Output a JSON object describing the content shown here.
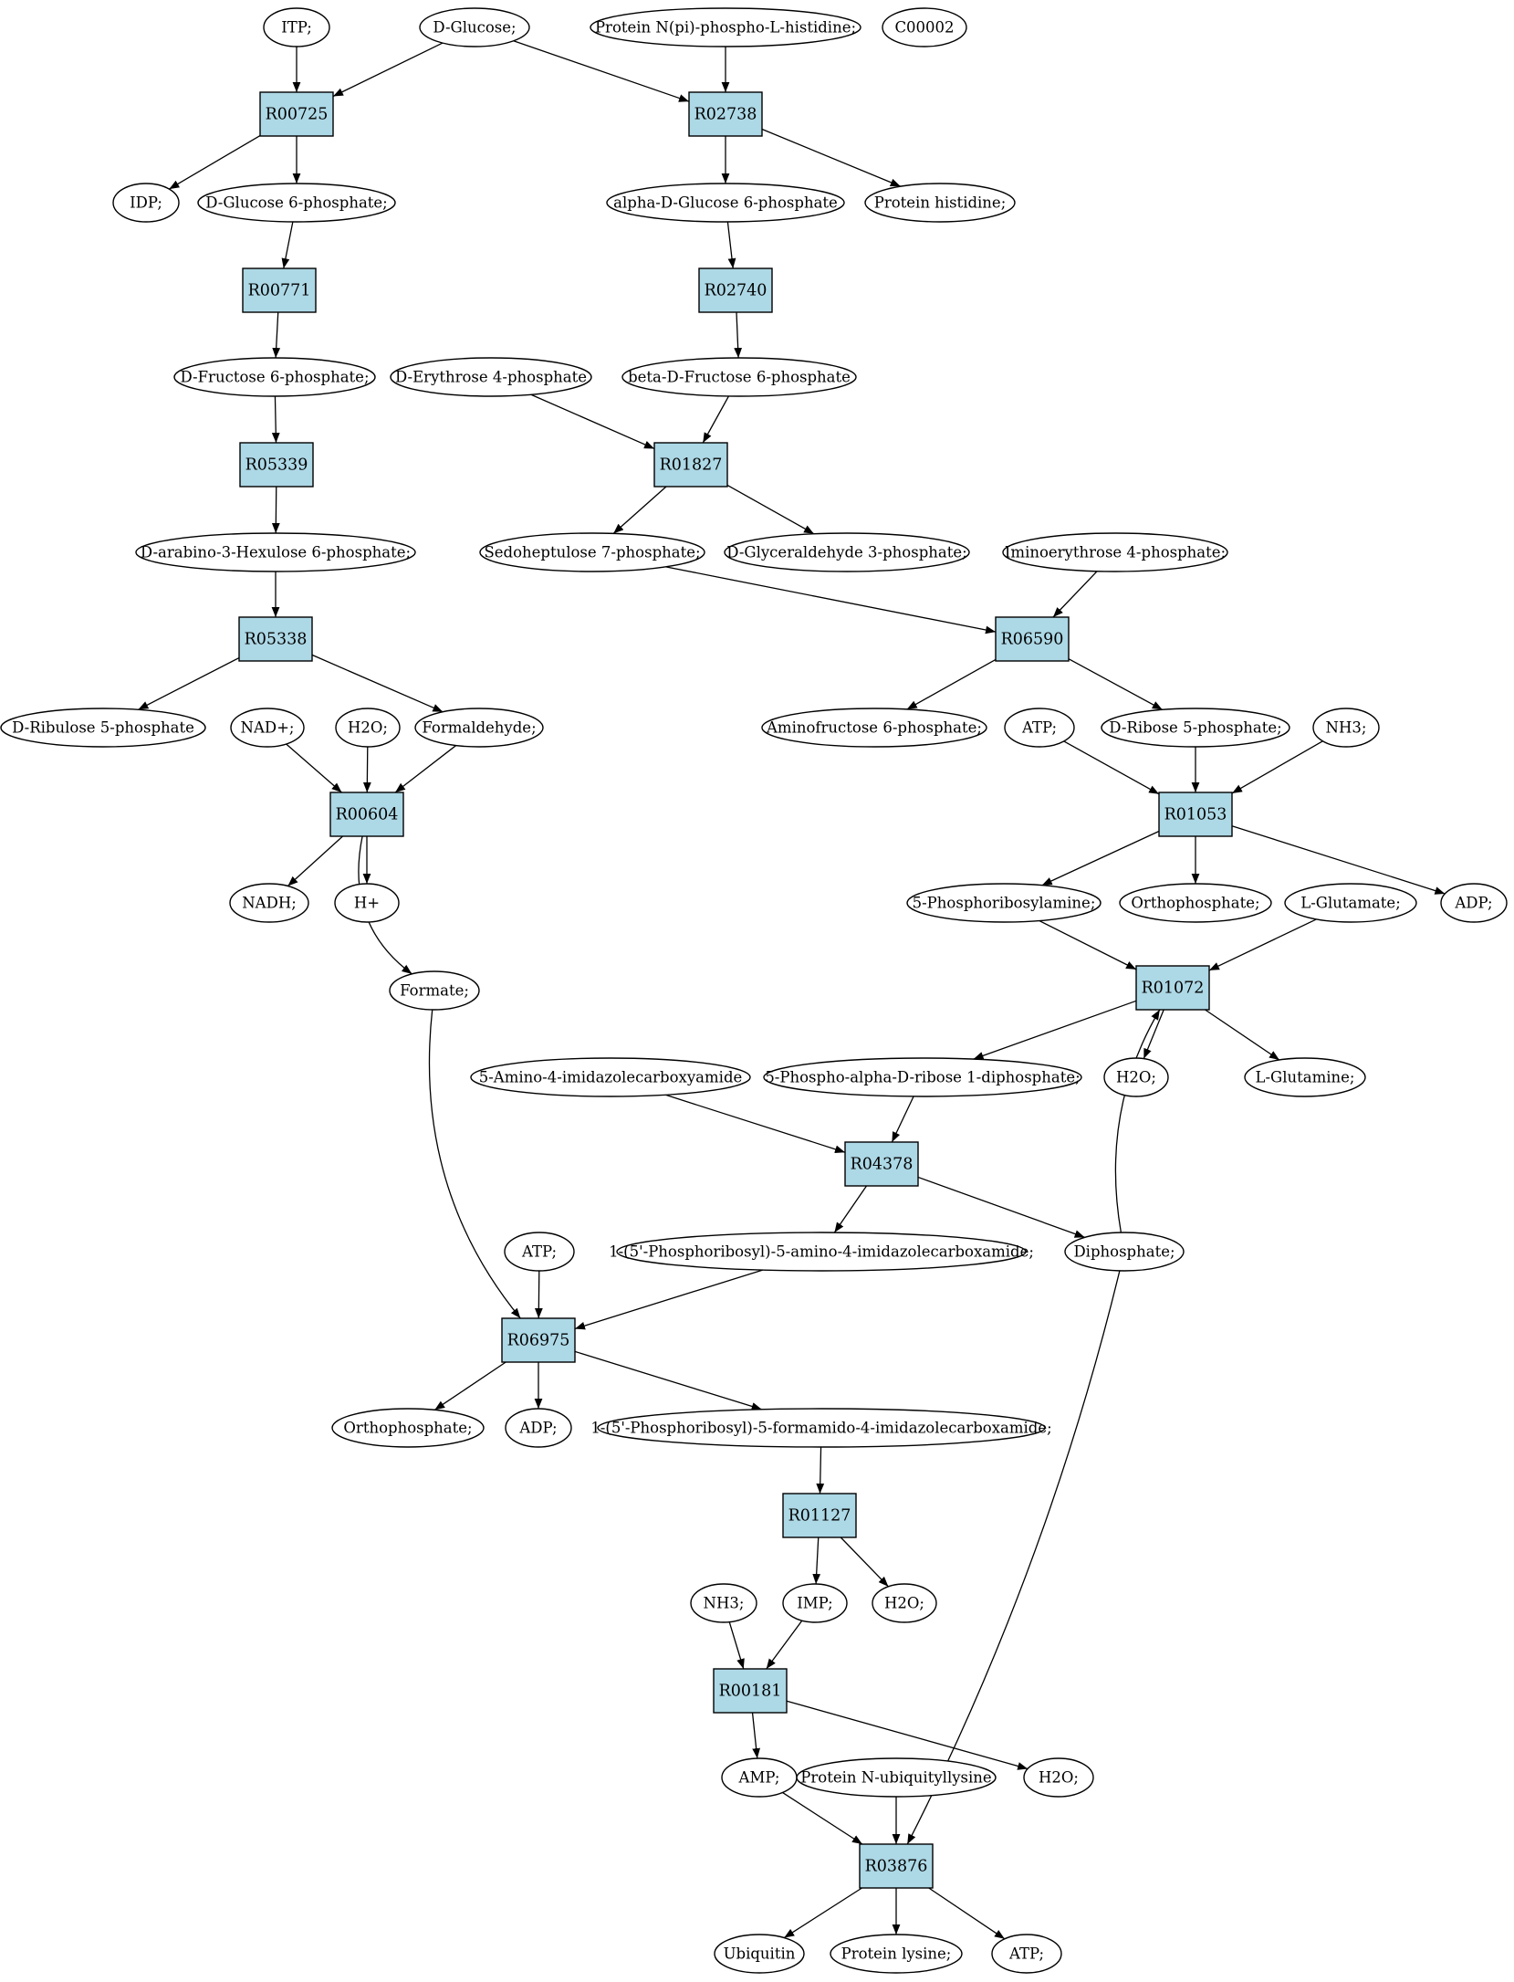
{
  "colors": {
    "reaction_fill": "#add8e6",
    "compound_fill": "#ffffff",
    "highlight_source": "#00ee00",
    "highlight_other": "#ffff00",
    "stroke": "#000000"
  },
  "nodes": [
    {
      "id": "itp",
      "label": "ITP;",
      "kind": "compound"
    },
    {
      "id": "dglucose",
      "label": "D-Glucose;",
      "kind": "compound",
      "color": "#00ee00"
    },
    {
      "id": "protnpi",
      "label": "Protein N(pi)-phospho-L-histidine;",
      "kind": "compound"
    },
    {
      "id": "c00002",
      "label": "C00002",
      "kind": "compound",
      "color": "#ffff00"
    },
    {
      "id": "r00725",
      "label": "R00725",
      "kind": "reaction"
    },
    {
      "id": "r02738",
      "label": "R02738",
      "kind": "reaction"
    },
    {
      "id": "idp",
      "label": "IDP;",
      "kind": "compound"
    },
    {
      "id": "dg6p",
      "label": "D-Glucose 6-phosphate;",
      "kind": "compound"
    },
    {
      "id": "adg6p",
      "label": "alpha-D-Glucose 6-phosphate",
      "kind": "compound"
    },
    {
      "id": "prothis",
      "label": "Protein histidine;",
      "kind": "compound"
    },
    {
      "id": "r00771",
      "label": "R00771",
      "kind": "reaction"
    },
    {
      "id": "r02740",
      "label": "R02740",
      "kind": "reaction"
    },
    {
      "id": "df6p",
      "label": "D-Fructose 6-phosphate;",
      "kind": "compound"
    },
    {
      "id": "de4p",
      "label": "D-Erythrose 4-phosphate",
      "kind": "compound"
    },
    {
      "id": "bdf6p",
      "label": "beta-D-Fructose 6-phosphate",
      "kind": "compound"
    },
    {
      "id": "r05339",
      "label": "R05339",
      "kind": "reaction"
    },
    {
      "id": "r01827",
      "label": "R01827",
      "kind": "reaction"
    },
    {
      "id": "dah6p",
      "label": "D-arabino-3-Hexulose 6-phosphate;",
      "kind": "compound"
    },
    {
      "id": "s7p",
      "label": "Sedoheptulose 7-phosphate;",
      "kind": "compound"
    },
    {
      "id": "dga3p",
      "label": "D-Glyceraldehyde 3-phosphate;",
      "kind": "compound"
    },
    {
      "id": "ie4p",
      "label": "Iminoerythrose 4-phosphate;",
      "kind": "compound"
    },
    {
      "id": "r05338",
      "label": "R05338",
      "kind": "reaction"
    },
    {
      "id": "r06590",
      "label": "R06590",
      "kind": "reaction"
    },
    {
      "id": "dru5p",
      "label": "D-Ribulose 5-phosphate",
      "kind": "compound"
    },
    {
      "id": "nadp",
      "label": "NAD+;",
      "kind": "compound"
    },
    {
      "id": "h2o_a",
      "label": "H2O;",
      "kind": "compound"
    },
    {
      "id": "formald",
      "label": "Formaldehyde;",
      "kind": "compound"
    },
    {
      "id": "af6p",
      "label": "Aminofructose 6-phosphate;",
      "kind": "compound"
    },
    {
      "id": "atp_a",
      "label": "ATP;",
      "kind": "compound"
    },
    {
      "id": "dr5p",
      "label": "D-Ribose 5-phosphate;",
      "kind": "compound"
    },
    {
      "id": "nh3_a",
      "label": "NH3;",
      "kind": "compound"
    },
    {
      "id": "r00604",
      "label": "R00604",
      "kind": "reaction"
    },
    {
      "id": "r01053",
      "label": "R01053",
      "kind": "reaction"
    },
    {
      "id": "nadh",
      "label": "NADH;",
      "kind": "compound"
    },
    {
      "id": "hplus",
      "label": "H+",
      "kind": "compound"
    },
    {
      "id": "prib",
      "label": "5-Phosphoribosylamine;",
      "kind": "compound"
    },
    {
      "id": "ortho_a",
      "label": "Orthophosphate;",
      "kind": "compound"
    },
    {
      "id": "lglu",
      "label": "L-Glutamate;",
      "kind": "compound"
    },
    {
      "id": "adp_a",
      "label": "ADP;",
      "kind": "compound"
    },
    {
      "id": "formate",
      "label": "Formate;",
      "kind": "compound"
    },
    {
      "id": "r01072",
      "label": "R01072",
      "kind": "reaction"
    },
    {
      "id": "aica",
      "label": "5-Amino-4-imidazolecarboxyamide",
      "kind": "compound"
    },
    {
      "id": "prpp",
      "label": "5-Phospho-alpha-D-ribose 1-diphosphate;",
      "kind": "compound"
    },
    {
      "id": "h2o_b",
      "label": "H2O;",
      "kind": "compound"
    },
    {
      "id": "lgln",
      "label": "L-Glutamine;",
      "kind": "compound"
    },
    {
      "id": "r04378",
      "label": "R04378",
      "kind": "reaction"
    },
    {
      "id": "atp_b",
      "label": "ATP;",
      "kind": "compound"
    },
    {
      "id": "aicar",
      "label": "1-(5'-Phosphoribosyl)-5-amino-4-imidazolecarboxamide;",
      "kind": "compound"
    },
    {
      "id": "diphos",
      "label": "Diphosphate;",
      "kind": "compound"
    },
    {
      "id": "r06975",
      "label": "R06975",
      "kind": "reaction"
    },
    {
      "id": "ortho_b",
      "label": "Orthophosphate;",
      "kind": "compound"
    },
    {
      "id": "adp_b",
      "label": "ADP;",
      "kind": "compound"
    },
    {
      "id": "faicar",
      "label": "1-(5'-Phosphoribosyl)-5-formamido-4-imidazolecarboxamide;",
      "kind": "compound"
    },
    {
      "id": "r01127",
      "label": "R01127",
      "kind": "reaction"
    },
    {
      "id": "nh3_b",
      "label": "NH3;",
      "kind": "compound"
    },
    {
      "id": "imp",
      "label": "IMP;",
      "kind": "compound"
    },
    {
      "id": "h2o_c",
      "label": "H2O;",
      "kind": "compound"
    },
    {
      "id": "r00181",
      "label": "R00181",
      "kind": "reaction"
    },
    {
      "id": "amp",
      "label": "AMP;",
      "kind": "compound"
    },
    {
      "id": "protnub",
      "label": "Protein N-ubiquityllysine",
      "kind": "compound"
    },
    {
      "id": "h2o_d",
      "label": "H2O;",
      "kind": "compound"
    },
    {
      "id": "r03876",
      "label": "R03876",
      "kind": "reaction"
    },
    {
      "id": "ubiq",
      "label": "Ubiquitin",
      "kind": "compound"
    },
    {
      "id": "protlys",
      "label": "Protein lysine;",
      "kind": "compound"
    },
    {
      "id": "atp_c",
      "label": "ATP;",
      "kind": "compound"
    }
  ],
  "edges": [
    [
      "itp",
      "r00725"
    ],
    [
      "dglucose",
      "r00725"
    ],
    [
      "dglucose",
      "r02738"
    ],
    [
      "protnpi",
      "r02738"
    ],
    [
      "r00725",
      "idp"
    ],
    [
      "r00725",
      "dg6p"
    ],
    [
      "r02738",
      "adg6p"
    ],
    [
      "r02738",
      "prothis"
    ],
    [
      "dg6p",
      "r00771"
    ],
    [
      "adg6p",
      "r02740"
    ],
    [
      "r00771",
      "df6p"
    ],
    [
      "r02740",
      "bdf6p"
    ],
    [
      "df6p",
      "r05339"
    ],
    [
      "de4p",
      "r01827"
    ],
    [
      "bdf6p",
      "r01827"
    ],
    [
      "r05339",
      "dah6p"
    ],
    [
      "r01827",
      "s7p"
    ],
    [
      "r01827",
      "dga3p"
    ],
    [
      "dah6p",
      "r05338"
    ],
    [
      "s7p",
      "r06590"
    ],
    [
      "ie4p",
      "r06590"
    ],
    [
      "r05338",
      "dru5p"
    ],
    [
      "r05338",
      "formald"
    ],
    [
      "r06590",
      "af6p"
    ],
    [
      "r06590",
      "dr5p"
    ],
    [
      "nadp",
      "r00604"
    ],
    [
      "h2o_a",
      "r00604"
    ],
    [
      "formald",
      "r00604"
    ],
    [
      "atp_a",
      "r01053"
    ],
    [
      "dr5p",
      "r01053"
    ],
    [
      "nh3_a",
      "r01053"
    ],
    [
      "r00604",
      "nadh"
    ],
    [
      "r00604",
      "hplus"
    ],
    [
      "r00604",
      "formate"
    ],
    [
      "r01053",
      "prib"
    ],
    [
      "r01053",
      "ortho_a"
    ],
    [
      "r01053",
      "adp_a"
    ],
    [
      "prib",
      "r01072"
    ],
    [
      "lglu",
      "r01072"
    ],
    [
      "diphos",
      "r01072"
    ],
    [
      "r01072",
      "prpp"
    ],
    [
      "r01072",
      "h2o_b"
    ],
    [
      "r01072",
      "lgln"
    ],
    [
      "aica",
      "r04378"
    ],
    [
      "prpp",
      "r04378"
    ],
    [
      "r04378",
      "aicar"
    ],
    [
      "r04378",
      "diphos"
    ],
    [
      "formate",
      "r06975"
    ],
    [
      "atp_b",
      "r06975"
    ],
    [
      "aicar",
      "r06975"
    ],
    [
      "r06975",
      "ortho_b"
    ],
    [
      "r06975",
      "adp_b"
    ],
    [
      "r06975",
      "faicar"
    ],
    [
      "faicar",
      "r01127"
    ],
    [
      "r01127",
      "imp"
    ],
    [
      "r01127",
      "h2o_c"
    ],
    [
      "nh3_b",
      "r00181"
    ],
    [
      "imp",
      "r00181"
    ],
    [
      "r00181",
      "amp"
    ],
    [
      "r00181",
      "h2o_d"
    ],
    [
      "amp",
      "r03876"
    ],
    [
      "protnub",
      "r03876"
    ],
    [
      "diphos",
      "r03876"
    ],
    [
      "r03876",
      "ubiq"
    ],
    [
      "r03876",
      "protlys"
    ],
    [
      "r03876",
      "atp_c"
    ]
  ]
}
